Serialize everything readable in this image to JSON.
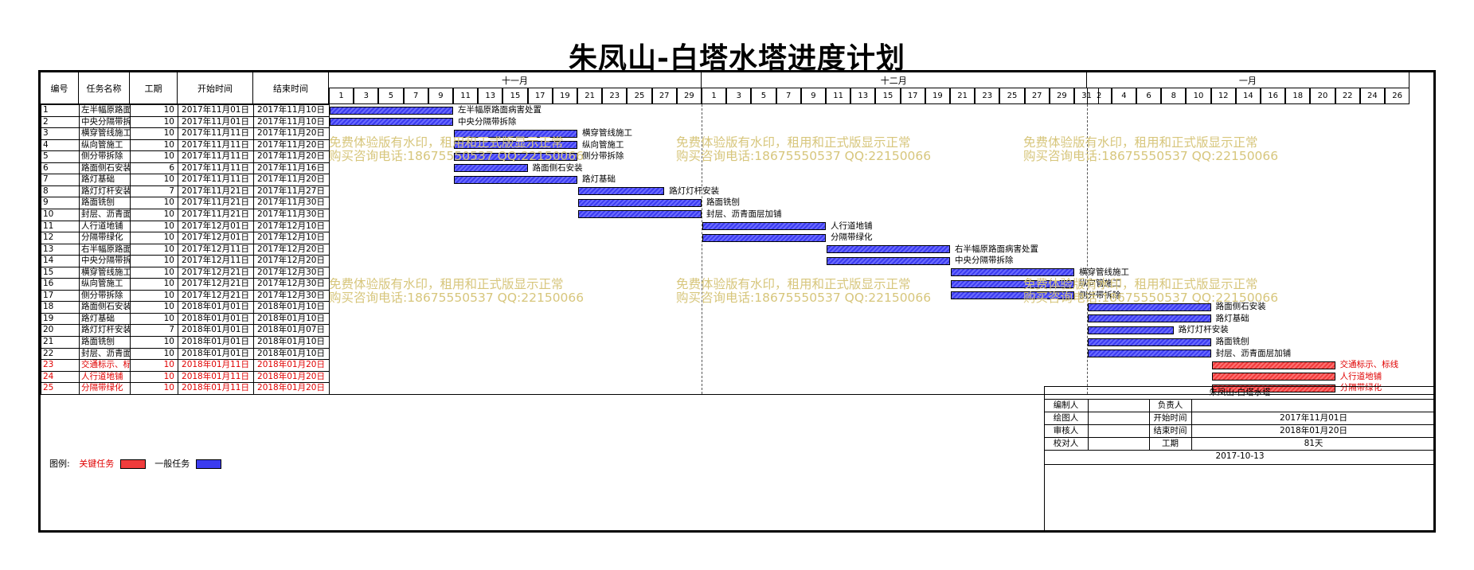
{
  "title": "朱凤山-白塔水塔进度计划",
  "headers": {
    "id": "编号",
    "name": "任务名称",
    "duration": "工期",
    "start": "开始时间",
    "end": "结束时间"
  },
  "months": [
    "十一月",
    "十二月",
    "一月"
  ],
  "day_ticks": {
    "nov": [
      "1",
      "3",
      "5",
      "7",
      "9",
      "11",
      "13",
      "15",
      "17",
      "19",
      "21",
      "23",
      "25",
      "27",
      "29"
    ],
    "dec": [
      "1",
      "3",
      "5",
      "7",
      "9",
      "11",
      "13",
      "15",
      "17",
      "19",
      "21",
      "23",
      "25",
      "27",
      "29",
      "31"
    ],
    "jan": [
      "2",
      "4",
      "6",
      "8",
      "10",
      "12",
      "14",
      "16",
      "18",
      "20",
      "22",
      "24",
      "26"
    ]
  },
  "tasks": [
    {
      "id": "1",
      "name": "左半幅原路面病害处置",
      "label": "左半幅原路面病害处置",
      "duration": "10",
      "start": "2017年11月01日",
      "end": "2017年11月10日",
      "offset": 0,
      "days": 10,
      "critical": false
    },
    {
      "id": "2",
      "name": "中央分隔带拆除",
      "label": "中央分隔带拆除",
      "duration": "10",
      "start": "2017年11月01日",
      "end": "2017年11月10日",
      "offset": 0,
      "days": 10,
      "critical": false
    },
    {
      "id": "3",
      "name": "横穿管线施工",
      "label": "横穿管线施工",
      "duration": "10",
      "start": "2017年11月11日",
      "end": "2017年11月20日",
      "offset": 10,
      "days": 10,
      "critical": false
    },
    {
      "id": "4",
      "name": "纵向管施工",
      "label": "纵向管施工",
      "duration": "10",
      "start": "2017年11月11日",
      "end": "2017年11月20日",
      "offset": 10,
      "days": 10,
      "critical": false
    },
    {
      "id": "5",
      "name": "侧分带拆除",
      "label": "侧分带拆除",
      "duration": "10",
      "start": "2017年11月11日",
      "end": "2017年11月20日",
      "offset": 10,
      "days": 10,
      "critical": false
    },
    {
      "id": "6",
      "name": "路面侧石安装",
      "label": "路面侧石安装",
      "duration": "6",
      "start": "2017年11月11日",
      "end": "2017年11月16日",
      "offset": 10,
      "days": 6,
      "critical": false
    },
    {
      "id": "7",
      "name": "路灯基础",
      "label": "路灯基础",
      "duration": "10",
      "start": "2017年11月11日",
      "end": "2017年11月20日",
      "offset": 10,
      "days": 10,
      "critical": false
    },
    {
      "id": "8",
      "name": "路灯灯杆安装",
      "label": "路灯灯杆安装",
      "duration": "7",
      "start": "2017年11月21日",
      "end": "2017年11月27日",
      "offset": 20,
      "days": 7,
      "critical": false
    },
    {
      "id": "9",
      "name": "路面铣刨",
      "label": "路面铣刨",
      "duration": "10",
      "start": "2017年11月21日",
      "end": "2017年11月30日",
      "offset": 20,
      "days": 10,
      "critical": false
    },
    {
      "id": "10",
      "name": "封层、沥青面层加铺",
      "label": "封层、沥青面层加铺",
      "duration": "10",
      "start": "2017年11月21日",
      "end": "2017年11月30日",
      "offset": 20,
      "days": 10,
      "critical": false
    },
    {
      "id": "11",
      "name": "人行道地铺",
      "label": "人行道地铺",
      "duration": "10",
      "start": "2017年12月01日",
      "end": "2017年12月10日",
      "offset": 30,
      "days": 10,
      "critical": false
    },
    {
      "id": "12",
      "name": "分隔带绿化",
      "label": "分隔带绿化",
      "duration": "10",
      "start": "2017年12月01日",
      "end": "2017年12月10日",
      "offset": 30,
      "days": 10,
      "critical": false
    },
    {
      "id": "13",
      "name": "右半幅原路面病害处置",
      "label": "右半幅原路面病害处置",
      "duration": "10",
      "start": "2017年12月11日",
      "end": "2017年12月20日",
      "offset": 40,
      "days": 10,
      "critical": false
    },
    {
      "id": "14",
      "name": "中央分隔带拆除",
      "label": "中央分隔带拆除",
      "duration": "10",
      "start": "2017年12月11日",
      "end": "2017年12月20日",
      "offset": 40,
      "days": 10,
      "critical": false
    },
    {
      "id": "15",
      "name": "横穿管线施工",
      "label": "横穿管线施工",
      "duration": "10",
      "start": "2017年12月21日",
      "end": "2017年12月30日",
      "offset": 50,
      "days": 10,
      "critical": false
    },
    {
      "id": "16",
      "name": "纵向管施工",
      "label": "纵向管施工",
      "duration": "10",
      "start": "2017年12月21日",
      "end": "2017年12月30日",
      "offset": 50,
      "days": 10,
      "critical": false
    },
    {
      "id": "17",
      "name": "侧分带拆除",
      "label": "侧分带拆除",
      "duration": "10",
      "start": "2017年12月21日",
      "end": "2017年12月30日",
      "offset": 50,
      "days": 10,
      "critical": false
    },
    {
      "id": "18",
      "name": "路面侧石安装",
      "label": "路面侧石安装",
      "duration": "10",
      "start": "2018年01月01日",
      "end": "2018年01月10日",
      "offset": 61,
      "days": 10,
      "critical": false
    },
    {
      "id": "19",
      "name": "路灯基础",
      "label": "路灯基础",
      "duration": "10",
      "start": "2018年01月01日",
      "end": "2018年01月10日",
      "offset": 61,
      "days": 10,
      "critical": false
    },
    {
      "id": "20",
      "name": "路灯灯杆安装",
      "label": "路灯灯杆安装",
      "duration": "7",
      "start": "2018年01月01日",
      "end": "2018年01月07日",
      "offset": 61,
      "days": 7,
      "critical": false
    },
    {
      "id": "21",
      "name": "路面铣刨",
      "label": "路面铣刨",
      "duration": "10",
      "start": "2018年01月01日",
      "end": "2018年01月10日",
      "offset": 61,
      "days": 10,
      "critical": false
    },
    {
      "id": "22",
      "name": "封层、沥青面层加铺",
      "label": "封层、沥青面层加铺",
      "duration": "10",
      "start": "2018年01月01日",
      "end": "2018年01月10日",
      "offset": 61,
      "days": 10,
      "critical": false
    },
    {
      "id": "23",
      "name": "交通标示、标线",
      "label": "交通标示、标线",
      "duration": "10",
      "start": "2018年01月11日",
      "end": "2018年01月20日",
      "offset": 71,
      "days": 10,
      "critical": true
    },
    {
      "id": "24",
      "name": "人行道地铺",
      "label": "人行道地铺",
      "duration": "10",
      "start": "2018年01月11日",
      "end": "2018年01月20日",
      "offset": 71,
      "days": 10,
      "critical": true
    },
    {
      "id": "25",
      "name": "分隔带绿化",
      "label": "分隔带绿化",
      "duration": "10",
      "start": "2018年01月11日",
      "end": "2018年01月20日",
      "offset": 71,
      "days": 10,
      "critical": true
    }
  ],
  "watermark": {
    "line1": "免费体验版有水印，租用和正式版显示正常",
    "line2": "购买咨询电话:18675550537 QQ:22150066"
  },
  "legend": {
    "label": "图例:",
    "critical": "关键任务",
    "normal": "一般任务"
  },
  "title_block": {
    "project": "朱凤山-白塔水塔",
    "compiler_label": "编制人",
    "compiler": "",
    "owner_label": "负责人",
    "owner": "",
    "drafter_label": "绘图人",
    "drafter": "",
    "start_label": "开始时间",
    "start": "2017年11月01日",
    "reviewer_label": "审核人",
    "reviewer": "",
    "end_label": "结束时间",
    "end": "2018年01月20日",
    "checker_label": "校对人",
    "checker": "",
    "duration_label": "工期",
    "duration": "81天",
    "date": "2017-10-13"
  },
  "colors": {
    "critical": "#f03c3c",
    "normal": "#3c3cf0",
    "critical_text": "#e00000",
    "watermark": "#d7c67c"
  }
}
